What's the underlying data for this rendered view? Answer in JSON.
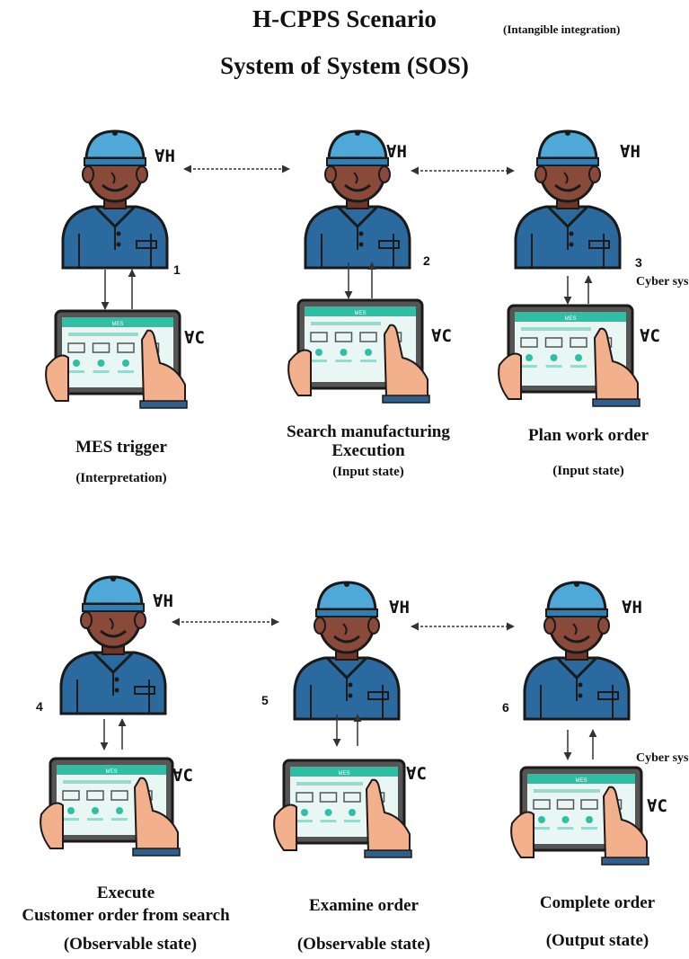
{
  "title": "H-CPPS Scenario",
  "subtitle_note": "(Intangible integration)",
  "title2": "System of System (SOS)",
  "human_symbol": "∀H",
  "cyber_symbol": "∀C",
  "cyber_label": "Cyber system",
  "tablet_header": "MES",
  "steps": [
    {
      "number": "1",
      "caption": "MES trigger",
      "state": "(Interpretation)"
    },
    {
      "number": "2",
      "caption": "Search manufacturing Execution",
      "state": "(Input state)"
    },
    {
      "number": "3",
      "caption": "Plan work order",
      "state": "(Input state)"
    },
    {
      "number": "4",
      "caption_line1": "Execute",
      "caption_line2": "Customer order from search",
      "state": "(Observable state)"
    },
    {
      "number": "5",
      "caption": "Examine order",
      "state": "(Observable state)"
    },
    {
      "number": "6",
      "caption": "Complete order",
      "state": "(Output state)"
    }
  ],
  "colors": {
    "cap": "#4ea8d8",
    "cap_dark": "#2f7fb3",
    "skin": "#8a4a3a",
    "skin_dark": "#6e3528",
    "shirt": "#2a6a9e",
    "outline": "#1a1a1a",
    "tablet_frame": "#555555",
    "screen": "#e8f6f4",
    "screen_header": "#2fbfa5",
    "hand": "#f3b08c"
  }
}
